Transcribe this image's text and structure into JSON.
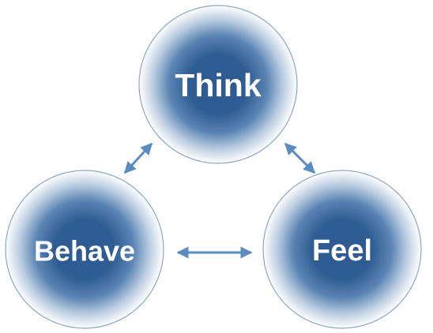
{
  "colors": {
    "node_core": "#2d5a90",
    "node_mid": "#3f6ea3",
    "node_edge": "#ffffff",
    "node_outline": "#8aa6c6",
    "arrow": "#5b8cc0",
    "label": "#ffffff"
  },
  "nodes": {
    "think": {
      "label": "Think"
    },
    "behave": {
      "label": "Behave"
    },
    "feel": {
      "label": "Feel"
    }
  },
  "edges": [
    {
      "from": "think",
      "to": "behave",
      "direction": "both"
    },
    {
      "from": "think",
      "to": "feel",
      "direction": "both"
    },
    {
      "from": "behave",
      "to": "feel",
      "direction": "both"
    }
  ]
}
